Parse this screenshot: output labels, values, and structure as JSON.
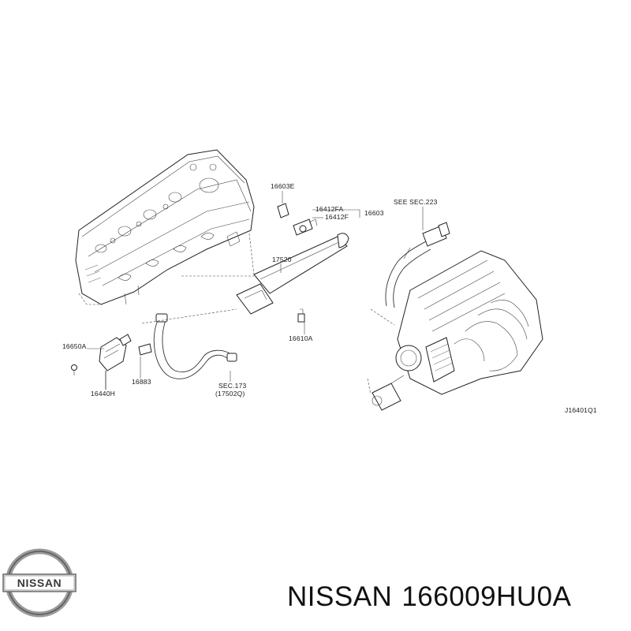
{
  "callouts": {
    "c16603E": "16603E",
    "c16412FA": "16412FA",
    "c16412F": "16412F",
    "c16603": "16603",
    "seeSec223": "SEE SEC.223",
    "c17520": "17520",
    "c16610A": "16610A",
    "c16650A": "16650A",
    "c16883": "16883",
    "c16440H": "16440H",
    "sec173": "SEC.173",
    "sec173sub": "(17502Q)",
    "drawingCode": "J16401Q1"
  },
  "footer": {
    "brand": "NISSAN",
    "partNumber": "166009HU0A",
    "logoWord": "NISSAN"
  }
}
